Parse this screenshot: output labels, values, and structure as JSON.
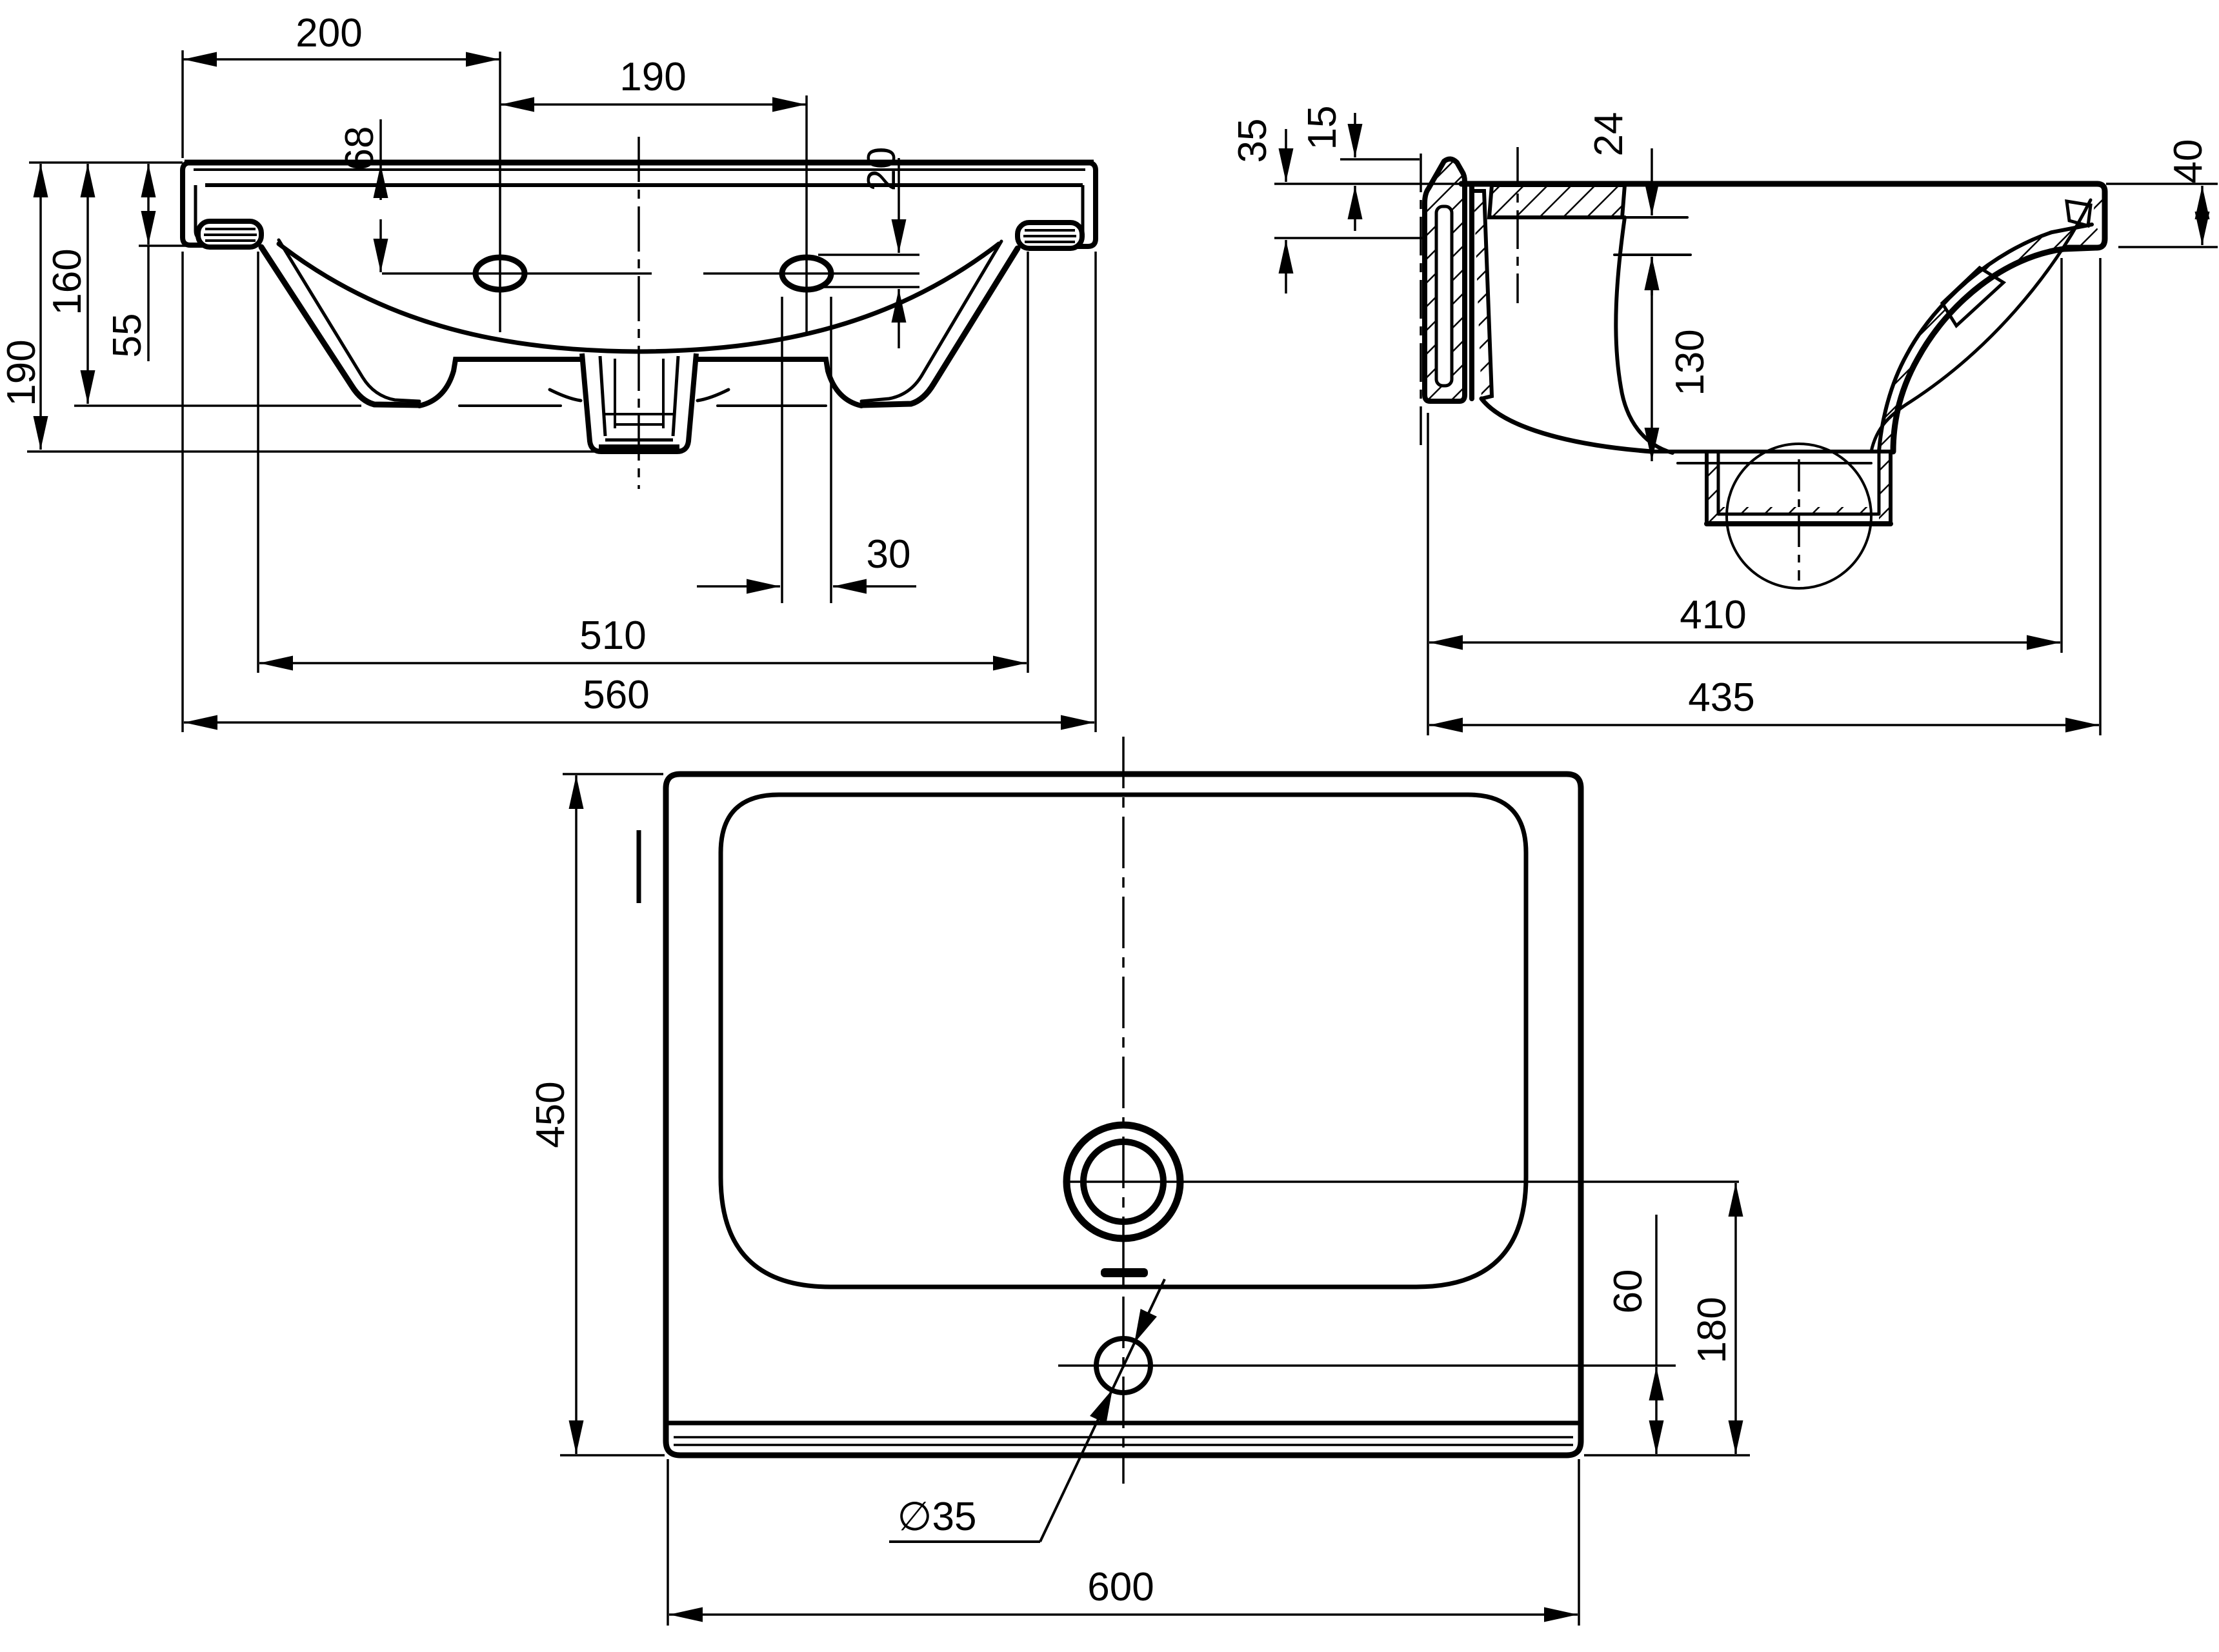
{
  "drawing": {
    "type": "technical-drawing",
    "subject": "Wall-hung ceramic washbasin - dimensioned three-view orthographic drawing",
    "units": "mm",
    "background_color": "#ffffff",
    "line_color": "#000000",
    "views": {
      "front_elevation": "top-left: basin front view with mounting ears, two oval fixing holes and central drain boss",
      "side_section": "top-right: cross-section with wall bracket, hatched cut faces, drain trap detail circle",
      "plan": "bottom-centre: top view with bowl outline, drain, overflow slot and tap hole"
    },
    "labels": {
      "front_hole_offset": "200",
      "front_hole_spacing": "190",
      "front_hole_depth": "68",
      "front_hole_height": "20",
      "front_height_body": "160",
      "front_height_total": "190",
      "front_rim_tab": "55",
      "front_hole_width": "30",
      "front_width_inner": "510",
      "front_width_total": "560",
      "side_bracket_inset": "35",
      "side_bracket_lip": "15",
      "side_deck_step": "24",
      "side_front_edge": "40",
      "side_bowl_depth": "130",
      "side_depth_inner": "410",
      "side_depth_total": "435",
      "plan_depth": "450",
      "plan_hole_to_front": "60",
      "plan_drain_to_front": "180",
      "plan_tap_hole_dia": "∅35",
      "plan_width": "600"
    }
  }
}
